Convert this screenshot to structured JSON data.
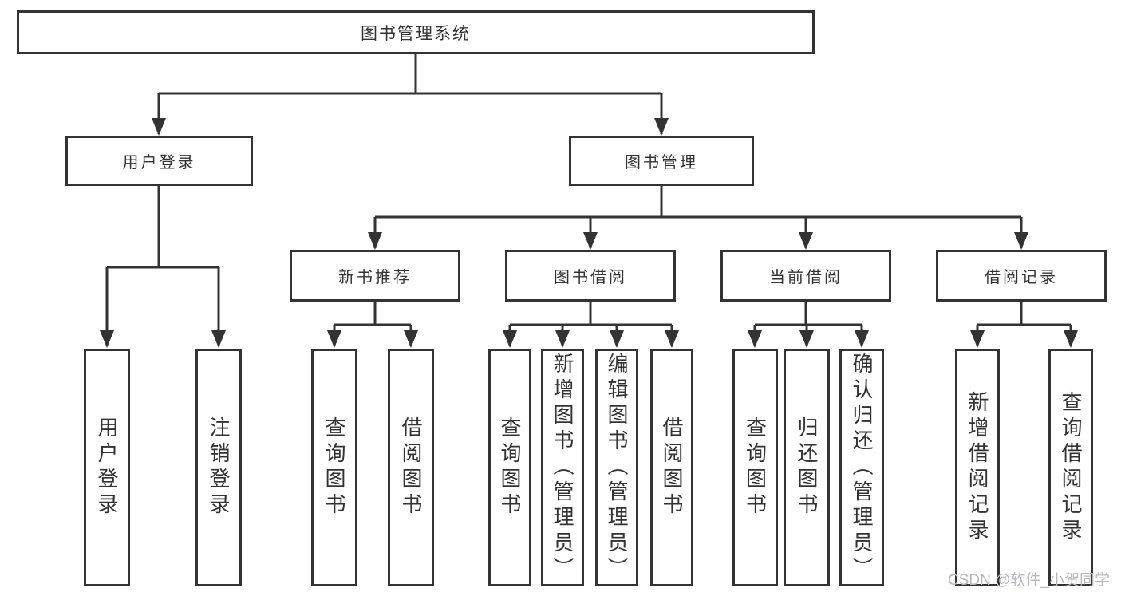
{
  "colors": {
    "line": "#333333",
    "text": "#333333",
    "watermark": "#b4b9c0",
    "background": "#ffffff"
  },
  "tree": {
    "root": "图书管理系统",
    "branches": [
      {
        "label": "用户登录",
        "children": [
          "用户登录",
          "注销登录"
        ]
      },
      {
        "label": "图书管理",
        "children": [
          {
            "label": "新书推荐",
            "children": [
              "查询图书",
              "借阅图书"
            ]
          },
          {
            "label": "图书借阅",
            "children": [
              "查询图书",
              "新增图书（管理员）",
              "编辑图书（管理员）",
              "借阅图书"
            ]
          },
          {
            "label": "当前借阅",
            "children": [
              "查询图书",
              "归还图书",
              "确认归还（管理员）"
            ]
          },
          {
            "label": "借阅记录",
            "children": [
              "新增借阅记录",
              "查询借阅记录"
            ]
          }
        ]
      }
    ]
  },
  "watermark": "CSDN @软件_小贺同学"
}
